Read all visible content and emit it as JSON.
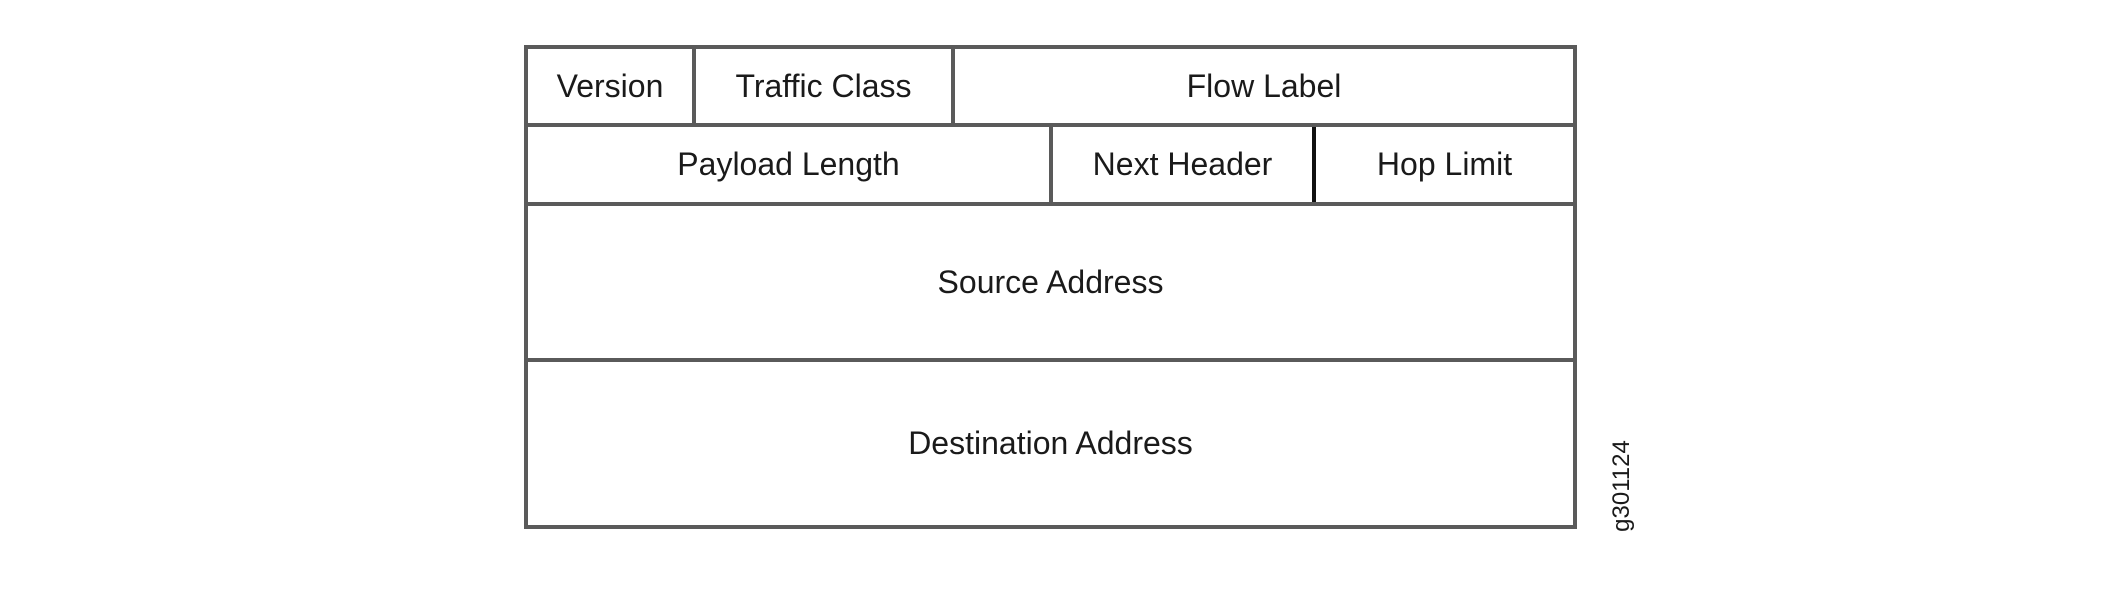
{
  "header_fields": {
    "row1": {
      "version": "Version",
      "traffic_class": "Traffic Class",
      "flow_label": "Flow Label"
    },
    "row2": {
      "payload_length": "Payload Length",
      "next_header": "Next Header",
      "hop_limit": "Hop Limit"
    },
    "source_address": "Source Address",
    "destination_address": "Destination Address"
  },
  "figure_id": "g301124",
  "colors": {
    "border": "#5a5a5a",
    "emphasized_divider": "#111111",
    "text": "#1a1a1a",
    "background": "#ffffff"
  }
}
